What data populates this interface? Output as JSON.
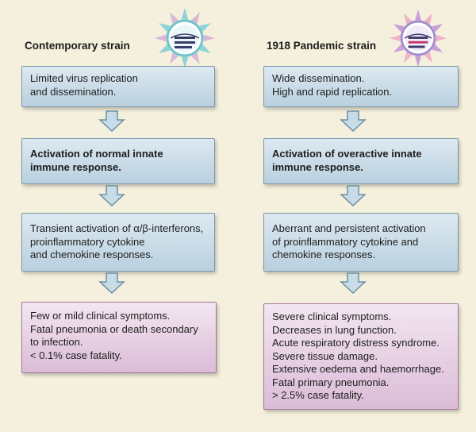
{
  "left": {
    "heading": "Contemporary strain",
    "box1": [
      "Limited virus replication",
      "and dissemination."
    ],
    "box2": [
      "Activation of normal innate",
      "immune response."
    ],
    "box3": [
      "Transient activation of α/β-interferons,",
      "proinflammatory cytokine",
      "and chemokine responses."
    ],
    "box4": [
      "Few or mild clinical symptoms.",
      "Fatal pneumonia or death secondary",
      "to infection.",
      "< 0.1% case fatality."
    ]
  },
  "right": {
    "heading": "1918 Pandemic strain",
    "box1": [
      "Wide dissemination.",
      "High and rapid replication."
    ],
    "box2": [
      "Activation of overactive innate",
      "immune response."
    ],
    "box3": [
      "Aberrant and persistent activation",
      "of proinflammatory cytokine and",
      "chemokine responses."
    ],
    "box4": [
      "Severe clinical symptoms.",
      "Decreases in lung function.",
      "Acute respiratory distress syndrome.",
      "Severe tissue damage.",
      "Extensive oedema and haemorrhage.",
      "Fatal primary pneumonia.",
      "> 2.5% case fatality."
    ]
  },
  "colors": {
    "background": "#f5f0dd",
    "box_blue": "#c9dbe8",
    "box_pink": "#e6cfe3",
    "border": "#7b98ab",
    "contemporary_spikes": "#8fd3d8",
    "pandemic_spikes": "#c9a1d8"
  }
}
